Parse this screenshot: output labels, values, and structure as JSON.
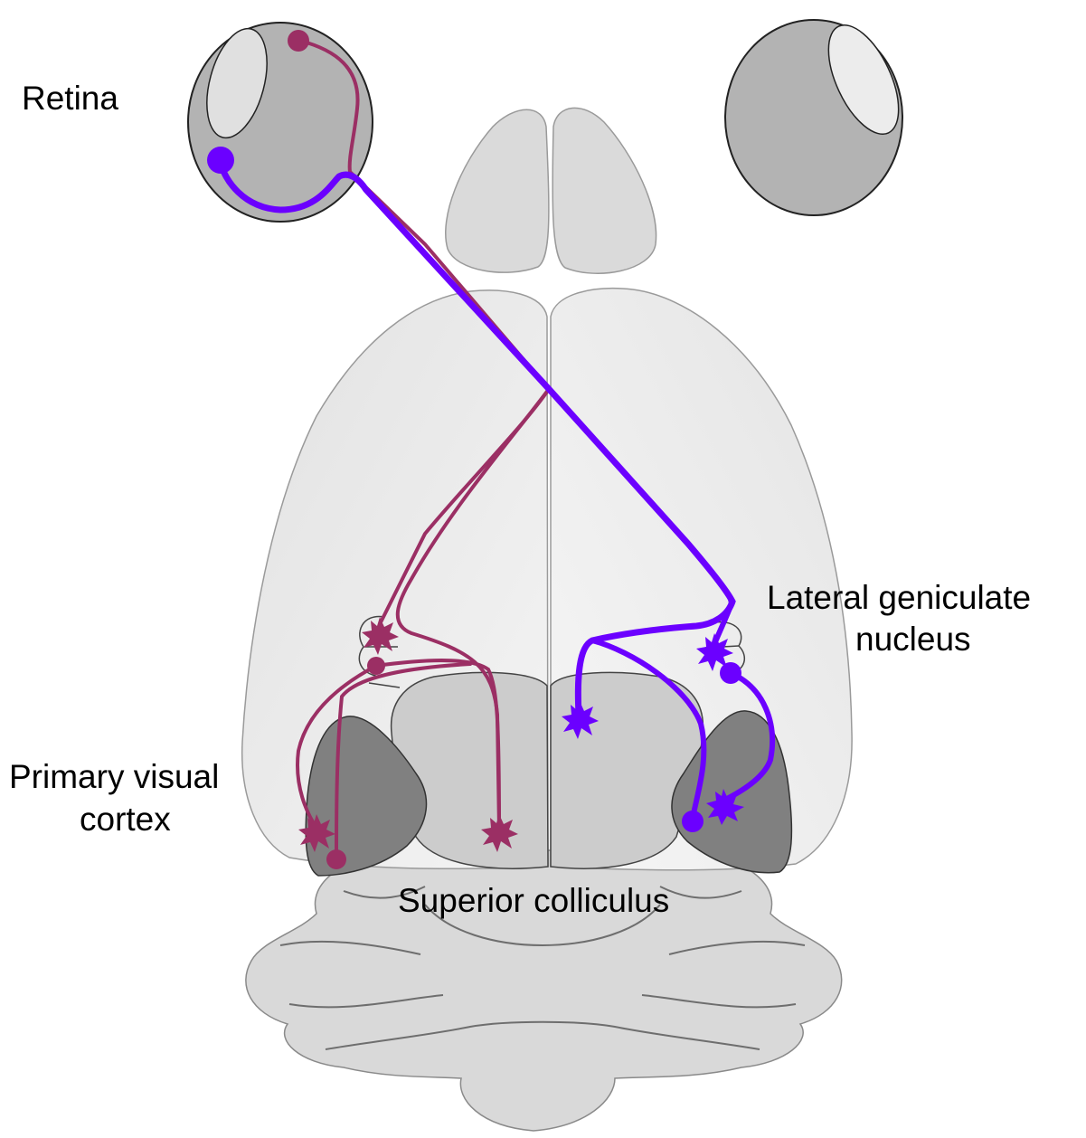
{
  "labels": {
    "retina": "Retina",
    "lgn_line1": "Lateral geniculate",
    "lgn_line2": "nucleus",
    "v1_line1": "Primary visual",
    "v1_line2": "cortex",
    "sc": "Superior colliculus"
  },
  "colors": {
    "pathway_a": "#9b2f64",
    "pathway_b": "#6b00ff",
    "eye": "#b3b3b3",
    "cortex": "#ececec",
    "colliculus": "#cccccc",
    "visual_cortex": "#808080"
  }
}
